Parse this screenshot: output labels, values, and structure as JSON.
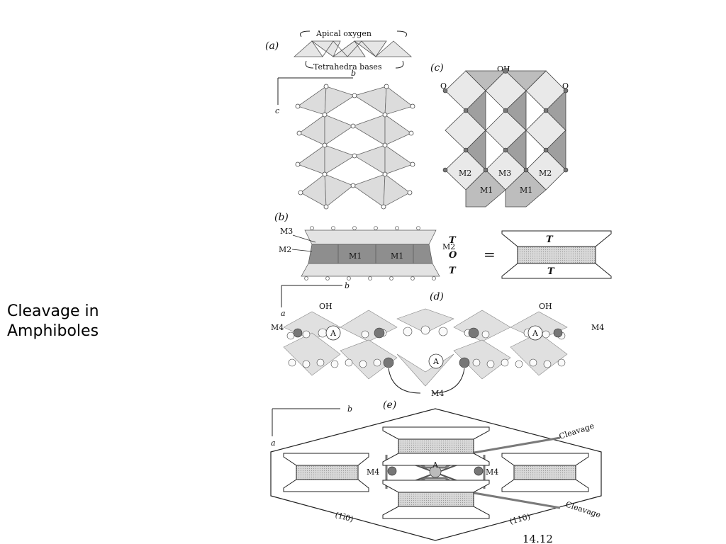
{
  "slide": {
    "title": "Cleavage in\nAmphiboles"
  },
  "figure": {
    "number": "14.12",
    "panel_a": {
      "tag": "(a)",
      "apical": "Apical oxygen",
      "bases": "Tetrahedra bases",
      "axis_b": "b",
      "axis_c": "c"
    },
    "panel_b": {
      "tag": "(b)",
      "m3": "M3",
      "m2_left": "M2",
      "m2_right": "M2",
      "m1_left": "M1",
      "m1_right": "M1",
      "t_top": "T",
      "o": "O",
      "t_bottom": "T",
      "equals": "=",
      "box_t_top": "T",
      "box_t_bottom": "T",
      "axis_b": "b"
    },
    "panel_c": {
      "tag": "(c)",
      "oh": "OH",
      "o_left": "O",
      "o_right": "O",
      "m2_left": "M2",
      "m3": "M3",
      "m2_right": "M2",
      "m1_left": "M1",
      "m1_right": "M1"
    },
    "panel_d": {
      "tag": "(d)",
      "axis_a": "a",
      "oh_left": "OH",
      "oh_right": "OH",
      "m4_left": "M4",
      "m4_right": "M4",
      "a_left": "A",
      "a_center": "A",
      "a_right": "A",
      "m4_bottom": "M4"
    },
    "panel_e": {
      "tag": "(e)",
      "axis_b": "b",
      "axis_a": "a",
      "cleavage_top": "Cleavage",
      "cleavage_bottom": "Cleavage",
      "m4_left": "M4",
      "m4_right": "M4",
      "a": "A",
      "plane_left": "(1ī0)",
      "plane_right": "(110)"
    }
  }
}
